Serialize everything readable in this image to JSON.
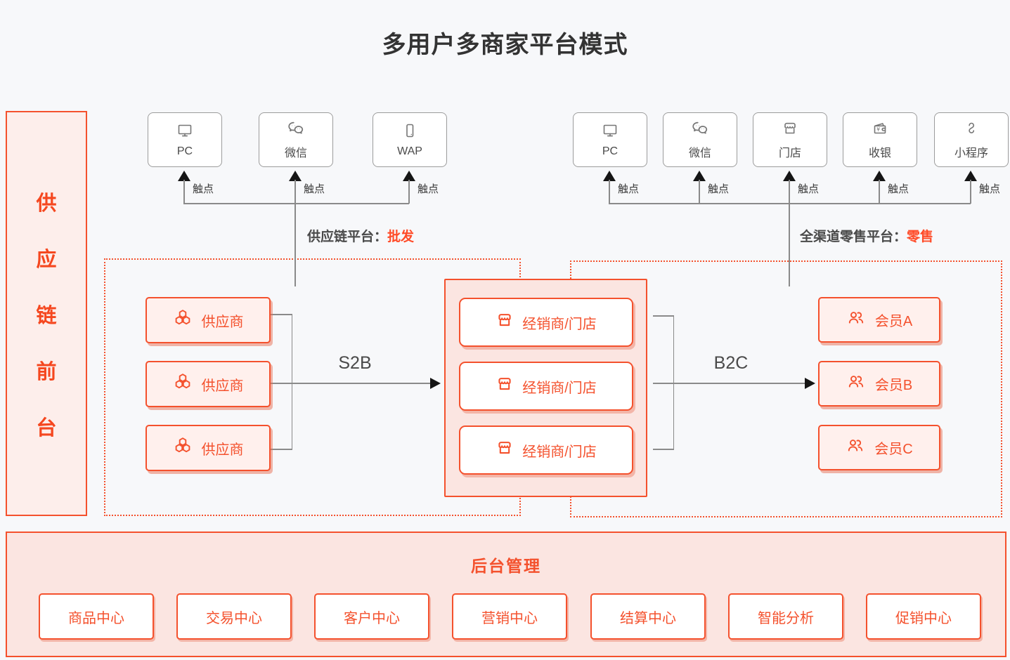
{
  "title": "多用户多商家平台模式",
  "sidebar": {
    "label": "供应链前台",
    "chars": [
      "供",
      "应",
      "链",
      "前",
      "台"
    ]
  },
  "touchpoint": "触点",
  "left_channels": {
    "platform_label": "供应链平台：",
    "platform_value": "批发",
    "items": [
      {
        "icon": "monitor-icon",
        "label": "PC"
      },
      {
        "icon": "wechat-icon",
        "label": "微信"
      },
      {
        "icon": "phone-icon",
        "label": "WAP"
      }
    ]
  },
  "right_channels": {
    "platform_label": "全渠道零售平台：",
    "platform_value": "零售",
    "items": [
      {
        "icon": "monitor-icon",
        "label": "PC"
      },
      {
        "icon": "wechat-icon",
        "label": "微信"
      },
      {
        "icon": "store-icon",
        "label": "门店"
      },
      {
        "icon": "cashier-icon",
        "label": "收银"
      },
      {
        "icon": "miniprogram-icon",
        "label": "小程序"
      }
    ]
  },
  "suppliers": {
    "items": [
      {
        "icon": "hexagons-icon",
        "label": "供应商"
      },
      {
        "icon": "hexagons-icon",
        "label": "供应商"
      },
      {
        "icon": "hexagons-icon",
        "label": "供应商"
      }
    ]
  },
  "dealers": {
    "items": [
      {
        "icon": "storefront-icon",
        "label": "经销商/门店"
      },
      {
        "icon": "storefront-icon",
        "label": "经销商/门店"
      },
      {
        "icon": "storefront-icon",
        "label": "经销商/门店"
      }
    ]
  },
  "members": {
    "items": [
      {
        "icon": "people-icon",
        "label": "会员A"
      },
      {
        "icon": "people-icon",
        "label": "会员B"
      },
      {
        "icon": "people-icon",
        "label": "会员C"
      }
    ]
  },
  "flows": {
    "s2b": "S2B",
    "b2c": "B2C"
  },
  "backend": {
    "title": "后台管理",
    "items": [
      "商品中心",
      "交易中心",
      "客户中心",
      "营销中心",
      "结算中心",
      "智能分析",
      "促销中心"
    ]
  },
  "colors": {
    "accent": "#F4512D",
    "highlight": "#FF4B28",
    "panel_pink": "#FBE5E1",
    "box_pink": "#FFF0ED",
    "line_gray": "#8A8A8A",
    "arrow_black": "#151515",
    "device_border": "#9C9C9C",
    "text_dark": "#333333",
    "background": "#F7F8FA"
  }
}
